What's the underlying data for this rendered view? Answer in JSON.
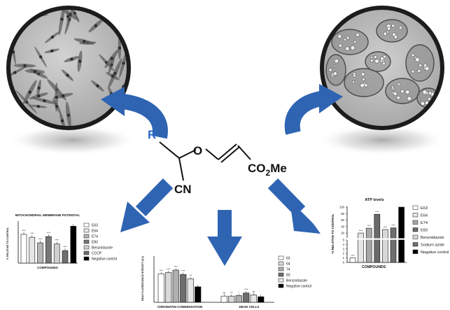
{
  "molecule": {
    "r_group": "R",
    "oxygen": "O",
    "ester_left": "CO",
    "ester_sub": "2",
    "ester_right": "Me",
    "nitrile": "CN"
  },
  "colors": {
    "arrow_blue": "#2f64b3",
    "r_blue": "#2b66c4",
    "dish_rim": "#1c1c1c",
    "cell_background": "#b9b9b9"
  },
  "mmp_chart": {
    "title": "MITOCHONDRIAL MEMBRANE POTENTIAL",
    "ylabel": "% RELATIVE TO CONTROL",
    "xlabel": "COMPOUNDS",
    "legend": [
      "E63",
      "E64",
      "E74",
      "E83",
      "Benznidazole",
      "CCCP",
      "Negative control"
    ],
    "sig": [
      "****",
      "****",
      "****",
      "****",
      "****",
      "****",
      ""
    ]
  },
  "chromatin_chart": {
    "ylabel": "MEAN FLUORESCENCE INTENSITY (AU)",
    "group1": "CHROMATIN CONDENSATION",
    "group2": "DEAD CELLS",
    "legend": [
      "63",
      "64",
      "74",
      "83",
      "Benznidazole",
      "Negative control"
    ],
    "sig1": [
      "****",
      "****",
      "****",
      "****",
      "***",
      ""
    ],
    "sig2": [
      "ns",
      "***",
      "*",
      "****",
      "ns",
      ""
    ]
  },
  "atp_chart": {
    "title": "ATP levels",
    "ylabel": "% RELATIVE TO CONTROL",
    "xlabel": "COMPOUNDS",
    "legend": [
      "E63",
      "E64",
      "E74",
      "E83",
      "Benznidazole",
      "Sodium azide",
      "Negative control"
    ],
    "ticks_top": [
      "100",
      "80",
      "60",
      "40",
      "20"
    ],
    "ticks_bottom": [
      "5",
      "4",
      "3",
      "2",
      "1",
      "0"
    ],
    "sig": [
      "****",
      "****",
      "****",
      "****",
      "****",
      "****",
      ""
    ]
  },
  "chart_data": [
    {
      "type": "bar",
      "title": "MITOCHONDRIAL MEMBRANE POTENTIAL",
      "xlabel": "COMPOUNDS",
      "ylabel": "% RELATIVE TO CONTROL",
      "categories": [
        "E63",
        "E64",
        "E74",
        "E83",
        "Benznidazole",
        "CCCP",
        "Negative control"
      ],
      "values": [
        78,
        70,
        55,
        72,
        52,
        34,
        100
      ],
      "ylim": [
        0,
        110
      ]
    },
    {
      "type": "bar",
      "ylabel": "MEAN FLUORESCENCE INTENSITY (AU)",
      "categories": [
        "CHROMATIN CONDENSATION",
        "DEAD CELLS"
      ],
      "series": [
        {
          "name": "63",
          "values": [
            46,
            10
          ]
        },
        {
          "name": "64",
          "values": [
            48,
            10
          ]
        },
        {
          "name": "74",
          "values": [
            52,
            11
          ]
        },
        {
          "name": "83",
          "values": [
            45,
            15
          ]
        },
        {
          "name": "Benznidazole",
          "values": [
            38,
            12
          ]
        },
        {
          "name": "Negative control",
          "values": [
            25,
            9
          ]
        }
      ],
      "ylim": [
        0,
        70
      ]
    },
    {
      "type": "bar",
      "title": "ATP levels",
      "xlabel": "COMPOUNDS",
      "ylabel": "% RELATIVE TO CONTROL",
      "categories": [
        "E63",
        "E64",
        "E74",
        "E83",
        "Benznidazole",
        "Sodium azide",
        "Negative control"
      ],
      "values": [
        1.0,
        20,
        35,
        78,
        31,
        36,
        100
      ],
      "ylim": [
        0,
        100
      ]
    }
  ]
}
